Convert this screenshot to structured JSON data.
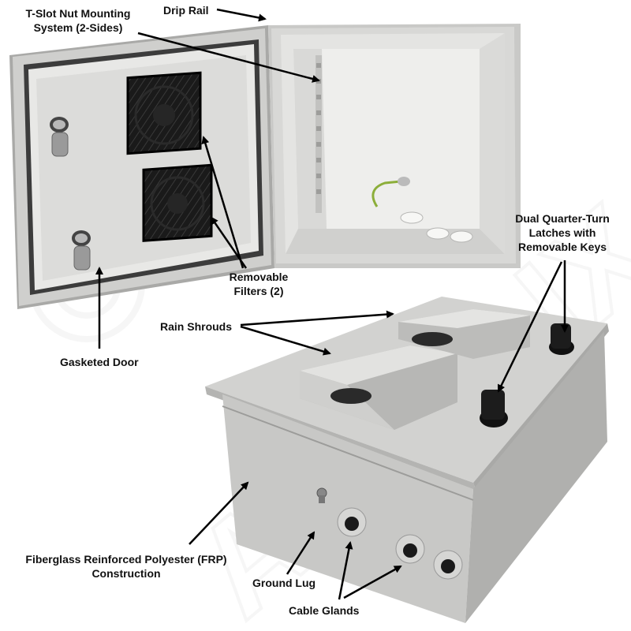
{
  "callouts": {
    "t_slot": [
      "T-Slot Nut Mounting",
      "System (2-Sides)"
    ],
    "drip_rail": "Drip Rail",
    "latches": [
      "Dual Quarter-Turn",
      "Latches with",
      "Removable Keys"
    ],
    "filters": [
      "Removable",
      "Filters (2)"
    ],
    "rain_shrouds": "Rain Shrouds",
    "gasketed_door": "Gasketed Door",
    "frp": [
      "Fiberglass Reinforced Polyester (FRP)",
      "Construction"
    ],
    "ground_lug": "Ground Lug",
    "cable_glands": "Cable Glands"
  },
  "watermark": "ALTELIX",
  "colors": {
    "enclosure_body": "#d4d4d2",
    "enclosure_shadow": "#bdbdbb",
    "door_panel": "#e6e6e4",
    "fan_filter": "#151515",
    "label_text": "#111111"
  }
}
